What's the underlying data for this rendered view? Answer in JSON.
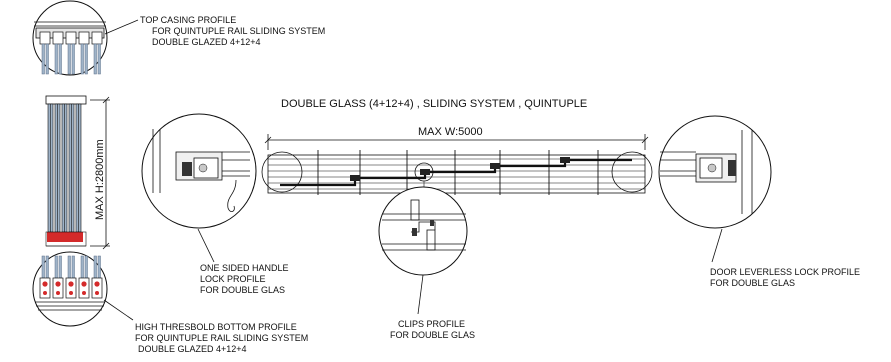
{
  "title": "DOUBLE GLASS (4+12+4) , SLIDING SYSTEM , QUINTUPLE",
  "dimensions": {
    "width_label": "MAX W:5000",
    "height_label": "MAX H:2800mm"
  },
  "callouts": {
    "top_casing": [
      "TOP CASING PROFILE",
      "FOR QUINTUPLE RAIL SLIDING SYSTEM",
      "DOUBLE GLAZED 4+12+4"
    ],
    "bottom_threshold": [
      "HIGH THRESBOLD BOTTOM PROFILE",
      "FOR QUINTUPLE  RAIL SLIDING SYSTEM",
      "DOUBLE GLAZED 4+12+4"
    ],
    "handle_lock": [
      "ONE SIDED HANDLE",
      "LOCK PROFILE",
      "FOR DOUBLE GLAS"
    ],
    "clips": [
      "CLIPS PROFILE",
      "FOR DOUBLE GLAS"
    ],
    "leverless_lock": [
      "DOOR LEVERLESS LOCK PROFILE",
      "FOR DOUBLE GLAS"
    ]
  },
  "colors": {
    "line": "#111111",
    "glass": "#9fb3c8",
    "seal_red": "#d42a2a",
    "fill_gray": "#c8c8c8"
  }
}
